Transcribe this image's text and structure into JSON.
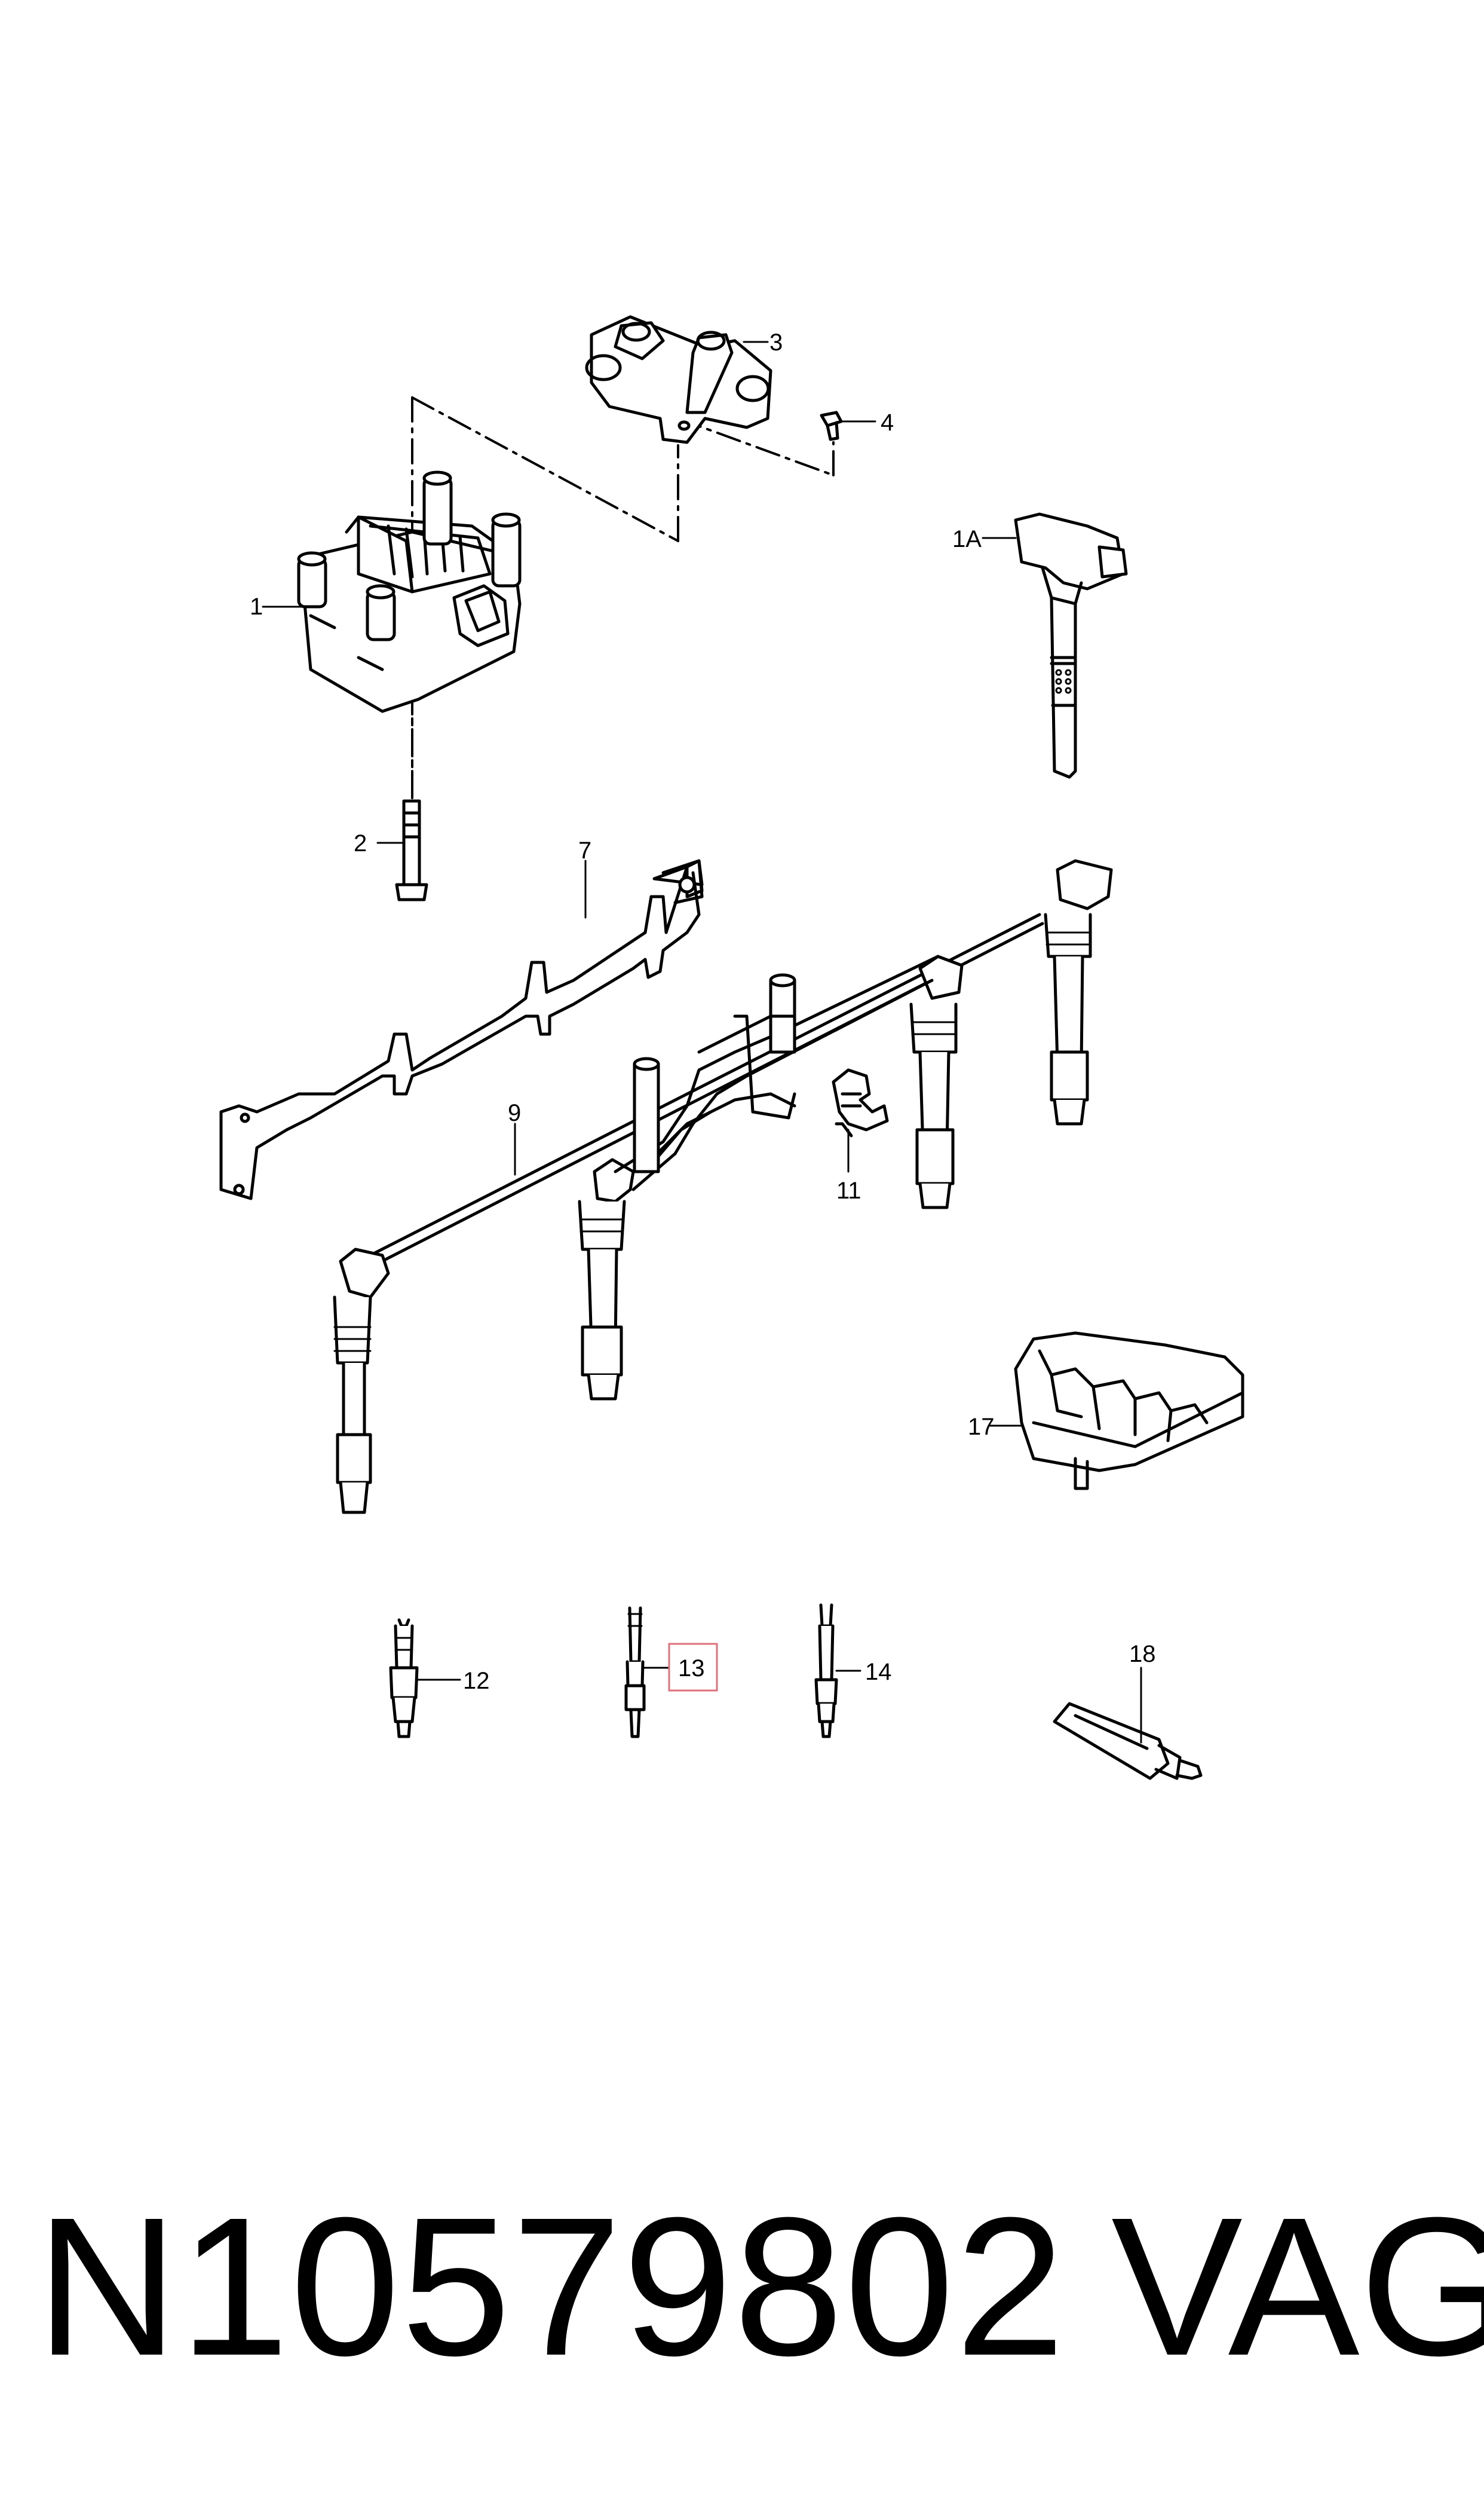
{
  "callouts": {
    "c1": "1",
    "c1a": "1A",
    "c2": "2",
    "c3": "3",
    "c4": "4",
    "c7": "7",
    "c9": "9",
    "c11": "11",
    "c12": "12",
    "c13": "13",
    "c14": "14",
    "c17": "17",
    "c18": "18"
  },
  "highlight": {
    "callout": "13",
    "color": "#e0707a"
  },
  "footer": {
    "part_number": "N10579802",
    "brand": "VAG"
  }
}
